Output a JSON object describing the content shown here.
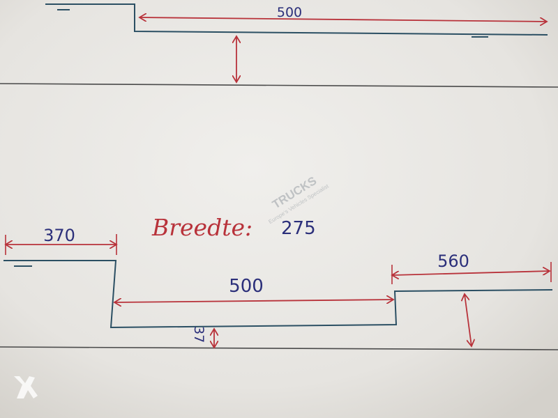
{
  "labels": {
    "top_width": "500",
    "left_width": "370",
    "mid_width": "500",
    "right_width": "560",
    "depth_small": "37",
    "width_caption": "Breedte:",
    "width_value": "275"
  },
  "watermark": {
    "brand": "TRUCKS",
    "sub": "Europe's Vehicles Specialist"
  },
  "colors": {
    "paper": "#e9e7e3",
    "pencil_line": "#2b4f63",
    "ink_red": "#b8323a",
    "ink_blue": "#2b2f7a"
  }
}
